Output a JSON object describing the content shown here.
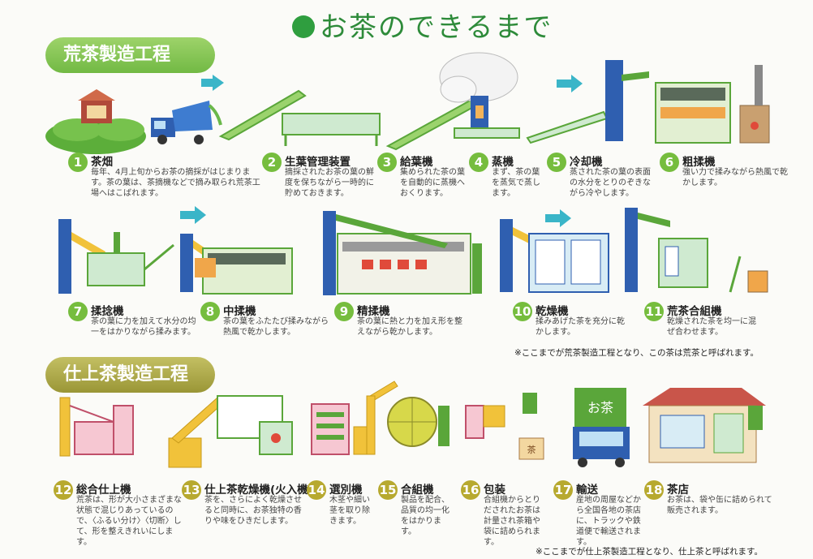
{
  "title": "お茶のできるまで",
  "sections": {
    "aracha": "荒茶製造工程",
    "shiage": "仕上茶製造工程"
  },
  "steps": [
    {
      "num": "1",
      "name": "茶畑",
      "desc": "毎年、4月上旬からお茶の摘採がはじまります。茶の葉は、茶摘機などで摘み取られ荒茶工場へはこばれます。"
    },
    {
      "num": "2",
      "name": "生葉管理装置",
      "desc": "摘採されたお茶の葉の鮮度を保ちながら一時的に貯めておきます。"
    },
    {
      "num": "3",
      "name": "給葉機",
      "desc": "集められた茶の葉を自動的に蒸機へおくります。"
    },
    {
      "num": "4",
      "name": "蒸機",
      "desc": "まず、茶の葉を蒸気で蒸します。"
    },
    {
      "num": "5",
      "name": "冷却機",
      "desc": "蒸された茶の葉の表面の水分をとりのぞきながら冷やします。"
    },
    {
      "num": "6",
      "name": "粗揉機",
      "desc": "強い力で揉みながら熱風で乾かします。"
    },
    {
      "num": "7",
      "name": "揉捻機",
      "desc": "茶の葉に力を加えて水分の均一をはかりながら揉みます。"
    },
    {
      "num": "8",
      "name": "中揉機",
      "desc": "茶の葉をふたたび揉みながら熱風で乾かします。"
    },
    {
      "num": "9",
      "name": "精揉機",
      "desc": "茶の葉に熱と力を加え形を整えながら乾かします。"
    },
    {
      "num": "10",
      "name": "乾燥機",
      "desc": "揉みあげた茶を充分に乾かします。"
    },
    {
      "num": "11",
      "name": "荒茶合組機",
      "desc": "乾燥された茶を均一に混ぜ合わせます。"
    },
    {
      "num": "12",
      "name": "総合仕上機",
      "desc": "荒茶は、形が大小さまざまな状態で混じりあっているので、〈ふるい分け〉〈切断〉して、形を整えきれいにします。"
    },
    {
      "num": "13",
      "name": "仕上茶乾燥機(火入機)",
      "desc": "茶を、さらによく乾燥させると同時に、お茶独特の香りや味をひきだします。"
    },
    {
      "num": "14",
      "name": "選別機",
      "desc": "木茎や細い茎を取り除きます。"
    },
    {
      "num": "15",
      "name": "合組機",
      "desc": "製品を配合、品質の均一化をはかります。"
    },
    {
      "num": "16",
      "name": "包装",
      "desc": "合組機からとりだされたお茶は計量され茶箱や袋に詰められます。"
    },
    {
      "num": "17",
      "name": "輸送",
      "desc": "産地の周屋などから全国各地の茶店に、トラックや鉄道便で輸送されます。"
    },
    {
      "num": "18",
      "name": "茶店",
      "desc": "お茶は、袋や缶に詰められて販売されます。"
    }
  ],
  "notes": {
    "aracha": "※ここまでが荒茶製造工程となり、この茶は荒茶と呼ばれます。",
    "shiage": "※ここまでが仕上茶製造工程となり、仕上茶と呼ばれます。"
  },
  "illustration_text": {
    "truck_sign": "お茶",
    "package_label": "茶"
  },
  "colors": {
    "title_green": "#2e8b3a",
    "step_green": "#76bd3e",
    "step_olive": "#b7a92f",
    "machine_blue": "#2f5fb0",
    "machine_green": "#5aa63a",
    "arrow_cyan": "#3ab5c8"
  }
}
